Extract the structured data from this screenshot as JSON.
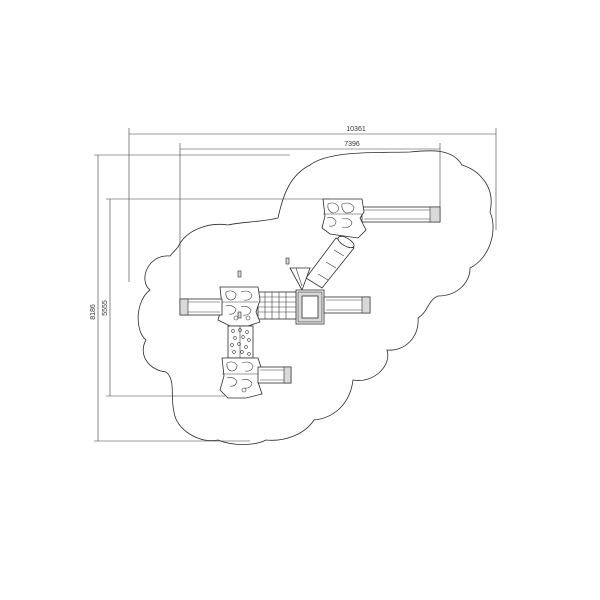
{
  "drawing": {
    "dimensions": {
      "overall_width": "10361",
      "platform_width": "7396",
      "overall_height": "8186",
      "platform_height": "5555"
    }
  }
}
